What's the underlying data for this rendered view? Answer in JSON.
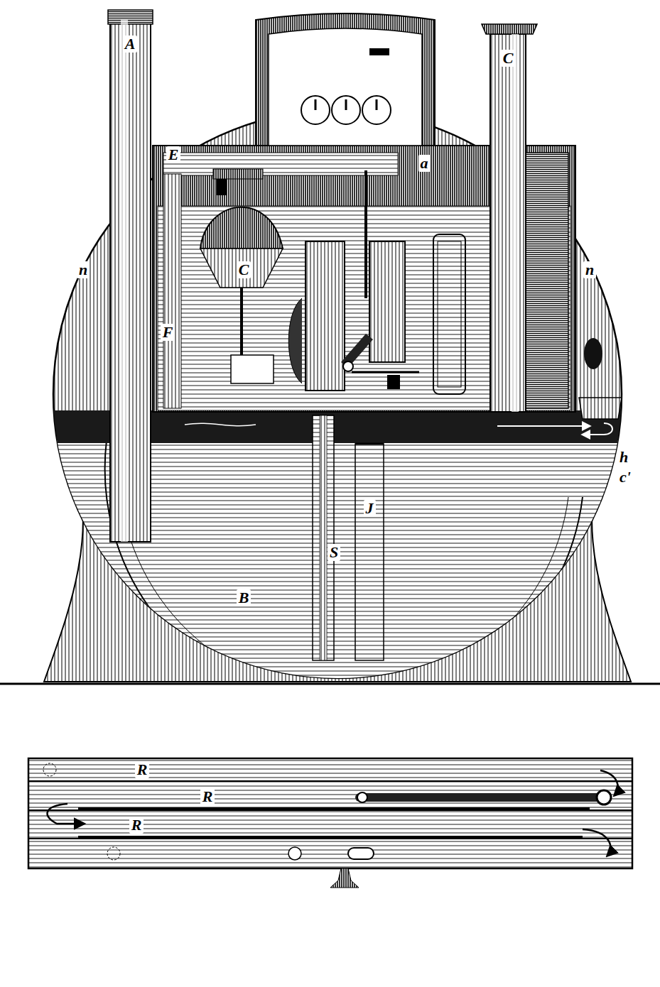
{
  "diagram": {
    "labels": [
      "A",
      "C",
      "E",
      "a",
      "n",
      "n",
      "C",
      "F",
      "h",
      "c'",
      "J",
      "S",
      "B",
      "R",
      "R",
      "R"
    ]
  }
}
